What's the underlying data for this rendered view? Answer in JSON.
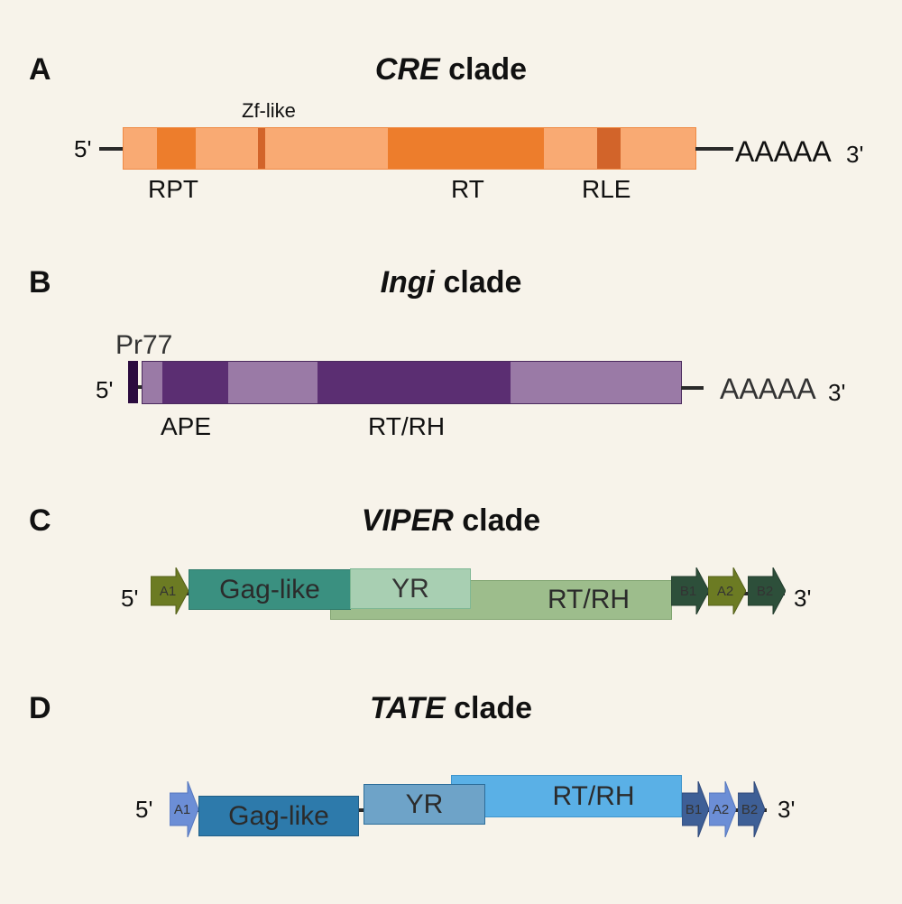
{
  "panels": [
    {
      "letter": "A",
      "title_em": "CRE",
      "title_rest": " clade"
    },
    {
      "letter": "B",
      "title_em": "Ingi",
      "title_rest": " clade"
    },
    {
      "letter": "C",
      "title_em": "VIPER",
      "title_rest": " clade"
    },
    {
      "letter": "D",
      "title_em": "TATE",
      "title_rest": " clade"
    }
  ],
  "labels": {
    "five_prime": "5'",
    "three_prime": "3'",
    "poly_a": "AAAAA"
  },
  "cre": {
    "zf": "Zf-like",
    "rpt": "RPT",
    "rt": "RT",
    "rle": "RLE"
  },
  "ingi": {
    "pr77": "Pr77",
    "ape": "APE",
    "rtrh": "RT/RH"
  },
  "viper": {
    "a1": "A1",
    "gag": "Gag-like",
    "yr": "YR",
    "rtrh": "RT/RH",
    "b1": "B1",
    "a2": "A2",
    "b2": "B2"
  },
  "tate": {
    "a1": "A1",
    "gag": "Gag-like",
    "yr": "YR",
    "rtrh": "RT/RH",
    "b1": "B1",
    "a2": "A2",
    "b2": "B2"
  },
  "colors": {
    "background": "#f7f3ea",
    "cre_light": "#f9aa73",
    "cre_dark": "#ed7d2c",
    "cre_darker": "#d2642a",
    "ingi_light": "#9a7aa6",
    "ingi_dark": "#5b2e72",
    "viper_gag": "#3a9080",
    "viper_yr": "#a8cfb2",
    "viper_rtrh": "#9dbd8c",
    "viper_a": "#6c7b23",
    "viper_b": "#2d4f3a",
    "tate_gag": "#2d7aab",
    "tate_yr": "#6ea3c8",
    "tate_rtrh": "#5ab0e6",
    "tate_a": "#6c8ed6",
    "tate_b": "#3e5f96"
  }
}
